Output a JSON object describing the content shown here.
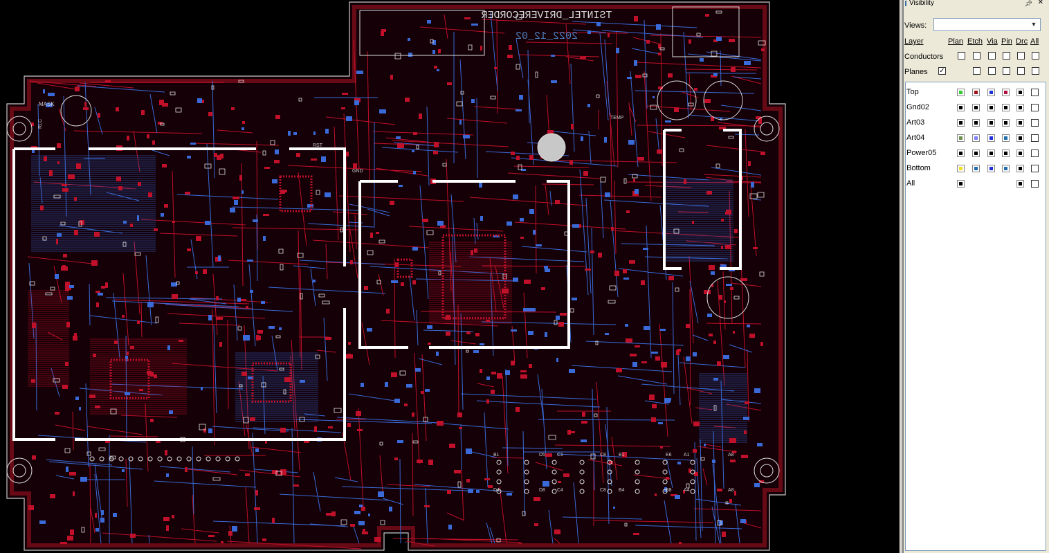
{
  "board": {
    "silk_title": "TSINTEL_DRIVERECORDER",
    "silk_date": "2022_12_02",
    "silk_labels": [
      "MASK",
      "RLC",
      "GND",
      "RST",
      "TEMP"
    ],
    "connector_labels_top": [
      "B1",
      "D5",
      "C1",
      "C8",
      "B1",
      "E6",
      "A1",
      "A8"
    ],
    "connector_labels_bottom": [
      "D4",
      "D8",
      "C4",
      "C8",
      "B4",
      "B8",
      "A4",
      "A8"
    ],
    "colors": {
      "background": "#000000",
      "board_outline": "#c8c8c8",
      "top_copper": "#c0102a",
      "bottom_copper": "#3a6ad8",
      "silkscreen": "#ffffff",
      "drc": "#ffffff"
    }
  },
  "panel": {
    "title": "Visibility",
    "pin_icon": "pin-icon",
    "close_icon": "close-icon",
    "views_label": "Views:",
    "views_value": "",
    "columns": {
      "layer": "Layer",
      "plan": "Plan",
      "etch": "Etch",
      "via": "Via",
      "pin": "Pin",
      "drc": "Drc",
      "all": "All"
    },
    "groups": [
      {
        "label": "Conductors",
        "checked": false
      },
      {
        "label": "Planes",
        "checked": true
      }
    ],
    "layers": [
      {
        "name": "Top",
        "colors": [
          "#33cc33",
          "#a0101a",
          "#1f2fd8",
          "#b01040",
          "#000000"
        ]
      },
      {
        "name": "Gnd02",
        "colors": [
          "#000000",
          "#000000",
          "#000000",
          "#000000",
          "#000000"
        ]
      },
      {
        "name": "Art03",
        "colors": [
          "#000000",
          "#000000",
          "#000000",
          "#000000",
          "#000000"
        ]
      },
      {
        "name": "Art04",
        "colors": [
          "#6b8e4e",
          "#8080ff",
          "#1f2fd8",
          "#1f6fb0",
          "#000000"
        ]
      },
      {
        "name": "Power05",
        "colors": [
          "#000000",
          "#000000",
          "#000000",
          "#000000",
          "#000000"
        ]
      },
      {
        "name": "Bottom",
        "colors": [
          "#f0e020",
          "#1f6fb0",
          "#1f2fd8",
          "#1f6fb0",
          "#000000"
        ]
      },
      {
        "name": "All",
        "colors": [
          "#000000",
          "",
          "",
          "",
          "#000000"
        ]
      }
    ]
  }
}
